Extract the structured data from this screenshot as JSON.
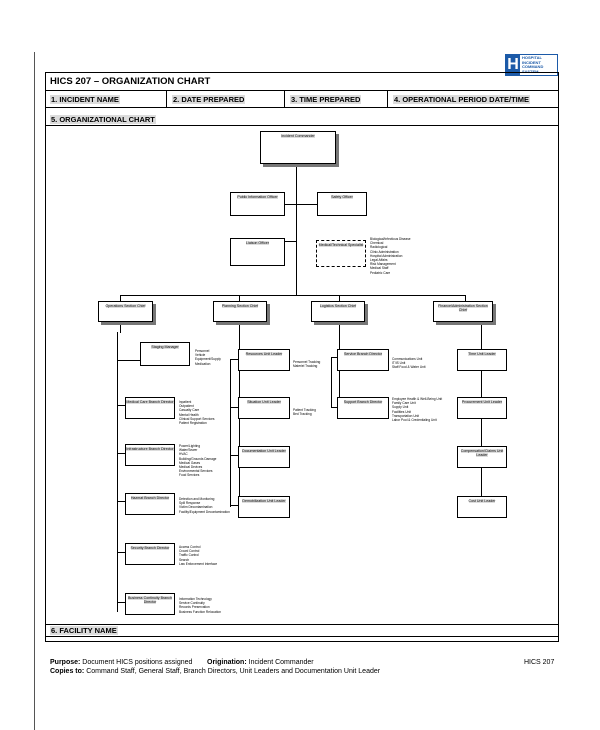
{
  "logo": {
    "letter": "H",
    "text": "HOSPITAL INCIDENT COMMAND SYSTEM"
  },
  "form": {
    "title": "HICS 207 – ORGANIZATION CHART",
    "fields": [
      "1. INCIDENT NAME",
      "2. DATE PREPARED",
      "3. TIME PREPARED",
      "4. OPERATIONAL PERIOD DATE/TIME"
    ],
    "section5": "5. ORGANIZATIONAL CHART",
    "section6": "6. FACILITY NAME"
  },
  "org": {
    "commander": "Incident Commander",
    "pio": "Public Information Officer",
    "safety": "Safety Officer",
    "liaison": "Liaison Officer",
    "medtech": "Medical/Technical Specialist",
    "medtech_list": [
      "Biological/Infectious Disease",
      "Chemical",
      "Radiological",
      "Clinic Administration",
      "Hospital Administration",
      "Legal Affairs",
      "Risk Management",
      "Medical Staff",
      "Pediatric Care"
    ],
    "sections": [
      "Operations Section Chief",
      "Planning Section Chief",
      "Logistics Section Chief",
      "Finance/Administration Section Chief"
    ],
    "staging": "Staging Manager",
    "staging_list": [
      "Personnel",
      "Vehicle",
      "Equipment/Supply",
      "Medication"
    ],
    "ops_branches": [
      {
        "name": "Medical Care Branch Director",
        "items": [
          "Inpatient",
          "Outpatient",
          "Casualty Care",
          "Mental Health",
          "Clinical Support Services",
          "Patient Registration"
        ]
      },
      {
        "name": "Infrastructure Branch Director",
        "items": [
          "Power/Lighting",
          "Water/Sewer",
          "HVAC",
          "Building/Grounds Damage",
          "Medical Gases",
          "Medical Devices",
          "Environmental Services",
          "Food Services"
        ]
      },
      {
        "name": "Hazmat Branch Director",
        "items": [
          "Detection and Monitoring",
          "Spill Response",
          "Victim Decontamination",
          "Facility/Equipment Decontamination"
        ]
      },
      {
        "name": "Security Branch Director",
        "items": [
          "Access Control",
          "Crowd Control",
          "Traffic Control",
          "Search",
          "Law Enforcement Interface"
        ]
      },
      {
        "name": "Business Continuity Branch Director",
        "items": [
          "Information Technology",
          "Service Continuity",
          "Records Preservation",
          "Business Function Relocation"
        ]
      }
    ],
    "planning_units": [
      {
        "name": "Resources Unit Leader",
        "items": [
          "Personnel Tracking",
          "Materiel Tracking"
        ]
      },
      {
        "name": "Situation Unit Leader",
        "items": [
          "Patient Tracking",
          "Bed Tracking"
        ]
      },
      {
        "name": "Documentation Unit Leader",
        "items": []
      },
      {
        "name": "Demobilization Unit Leader",
        "items": []
      }
    ],
    "logistics_branches": [
      {
        "name": "Service Branch Director",
        "items": [
          "Communications Unit",
          "IT/IS Unit",
          "Staff Food & Water Unit"
        ]
      },
      {
        "name": "Support Branch Director",
        "items": [
          "Employee Health & Well-Being Unit",
          "Family Care Unit",
          "Supply Unit",
          "Facilities Unit",
          "Transportation Unit",
          "Labor Pool & Credentialing Unit"
        ]
      }
    ],
    "finance_units": [
      "Time Unit Leader",
      "Procurement Unit Leader",
      "Compensation/Claims Unit Leader",
      "Cost Unit Leader"
    ]
  },
  "footer": {
    "purpose_label": "Purpose:",
    "purpose": "Document HICS positions assigned",
    "origination_label": "Origination:",
    "origination": "Incident Commander",
    "copies_label": "Copies to:",
    "copies": "Command Staff, General Staff, Branch Directors, Unit Leaders and Documentation Unit Leader",
    "form_id": "HICS 207"
  }
}
